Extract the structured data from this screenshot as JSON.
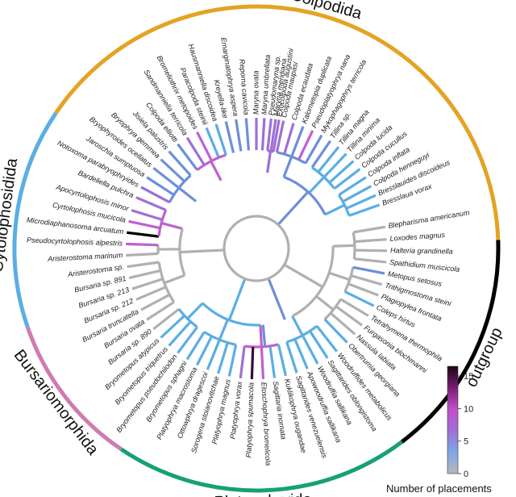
{
  "clades": [
    {
      "label": "Colpodida",
      "color": "#E3A323",
      "start": -56,
      "end": 88
    },
    {
      "label": "outgroup",
      "color": "#000000",
      "start": 88,
      "end": 143
    },
    {
      "label": "Platyophryida",
      "color": "#17A078",
      "start": 143,
      "end": 214
    },
    {
      "label": "Bursariomorphida",
      "color": "#D07BB0",
      "start": 214,
      "end": 251
    },
    {
      "label": "Cytolophosidida",
      "color": "#5AAEE3",
      "start": 251,
      "end": 304
    }
  ],
  "taxa": [
    {
      "name": "Colpoda maupasi",
      "angle": 12,
      "branch": "#9E6FD6"
    },
    {
      "name": "Colpoda ecaudata",
      "angle": 16.5,
      "branch": "#9E6FD6"
    },
    {
      "name": "Kalometopia duplicata",
      "angle": 21,
      "branch": "#6C8FD9"
    },
    {
      "name": "Pseudoplatyophrya nana",
      "angle": 25.5,
      "branch": "#C060D0"
    },
    {
      "name": "Mykophagophrys terricola",
      "angle": 30,
      "branch": "#6C8FD9"
    },
    {
      "name": "Tillina sp.",
      "angle": 34.5,
      "branch": "#6C8FD9"
    },
    {
      "name": "Tillina magna",
      "angle": 39,
      "branch": "#5AAEE3"
    },
    {
      "name": "Tillina minima",
      "angle": 43.5,
      "branch": "#5AAEE3"
    },
    {
      "name": "Colpoda lucida",
      "angle": 48,
      "branch": "#5AAEE3"
    },
    {
      "name": "Colpoda cucullus",
      "angle": 52.5,
      "branch": "#5AAEE3"
    },
    {
      "name": "Colpoda inflata",
      "angle": 57,
      "branch": "#5AAEE3"
    },
    {
      "name": "Colpoda henneguyi",
      "angle": 61.5,
      "branch": "#5AAEE3"
    },
    {
      "name": "Bresslauides discoideus",
      "angle": 66,
      "branch": "#5AAEE3"
    },
    {
      "name": "Bresslaua vorax",
      "angle": 70.5,
      "branch": "#5AAEE3"
    },
    {
      "name": "Blepharisma americanum",
      "angle": 80.5,
      "branch": "#B0B0B0"
    },
    {
      "name": "Loxodes magnus",
      "angle": 86,
      "branch": "#B0B0B0"
    },
    {
      "name": "Halteria grandinella",
      "angle": 91,
      "branch": "#B0B0B0"
    },
    {
      "name": "Spathidium muscicola",
      "angle": 96,
      "branch": "#B0B0B0"
    },
    {
      "name": "Metopus setosus",
      "angle": 101,
      "branch": "#6C8FD9"
    },
    {
      "name": "Trithigmostoma steini",
      "angle": 106,
      "branch": "#B0B0B0"
    },
    {
      "name": "Plagiopylea frontata",
      "angle": 111,
      "branch": "#B0B0B0"
    },
    {
      "name": "Coleps hirtus",
      "angle": 116,
      "branch": "#5AAEE3"
    },
    {
      "name": "Tetrahymena thermophila",
      "angle": 121,
      "branch": "#B0B0B0"
    },
    {
      "name": "Furgasonia blochmanni",
      "angle": 126,
      "branch": "#B0B0B0"
    },
    {
      "name": "Nassula labiata",
      "angle": 131,
      "branch": "#B0B0B0"
    },
    {
      "name": "Obertrumia georgiana",
      "angle": 136,
      "branch": "#5AAEE3"
    },
    {
      "name": "Woodruffides metabolicus",
      "angle": 142,
      "branch": "#5AAEE3"
    },
    {
      "name": "Sagittarides oblongistoma",
      "angle": 147,
      "branch": "#5AAEE3"
    },
    {
      "name": "Woodruffia sallikana",
      "angle": 152,
      "branch": "#5AAEE3"
    },
    {
      "name": "Apowoodruffia sallikana",
      "angle": 157,
      "branch": "#5AAEE3"
    },
    {
      "name": "Sagittarides venezuelensis",
      "angle": 162,
      "branch": "#5AAEE3"
    },
    {
      "name": "Kuklikophrya ougandae",
      "angle": 167,
      "branch": "#5AAEE3"
    },
    {
      "name": "Sagittaria inornata",
      "angle": 172,
      "branch": "#5AAEE3"
    },
    {
      "name": "Etoschophrya bromelicola",
      "angle": 177,
      "branch": "#C060D0"
    },
    {
      "name": "Platyophrya spumacola",
      "angle": 182,
      "branch": "#3A0A33"
    },
    {
      "name": "Platyophrya vorax",
      "angle": 187,
      "branch": "#9E6FD6"
    },
    {
      "name": "Platyophrya magnus",
      "angle": 192,
      "branch": "#5AAEE3"
    },
    {
      "name": "Sorogena stoianovitchae",
      "angle": 197,
      "branch": "#5AAEE3"
    },
    {
      "name": "Ottowphrya dragescoi",
      "angle": 202,
      "branch": "#5AAEE3"
    },
    {
      "name": "Platyophrya macrostoma",
      "angle": 207,
      "branch": "#5AAEE3"
    },
    {
      "name": "Bryometopus sphagni",
      "angle": 212,
      "branch": "#5AAEE3"
    },
    {
      "name": "Bryometopus pseudochilodon",
      "angle": 217,
      "branch": "#5AAEE3"
    },
    {
      "name": "Bryometopus triquetrus",
      "angle": 222,
      "branch": "#5AAEE3"
    },
    {
      "name": "Bryometopus atypicus",
      "angle": 227,
      "branch": "#5AAEE3"
    },
    {
      "name": "Bursaria sp. 890",
      "angle": 232,
      "branch": "#B0B0B0"
    },
    {
      "name": "Bursaria ovata",
      "angle": 237,
      "branch": "#B0B0B0"
    },
    {
      "name": "Bursaria truncatella",
      "angle": 242,
      "branch": "#B0B0B0"
    },
    {
      "name": "Bursaria sp. 212",
      "angle": 247,
      "branch": "#B0B0B0"
    },
    {
      "name": "Bursaria sp. 213",
      "angle": 252,
      "branch": "#B0B0B0"
    },
    {
      "name": "Bursaria sp. 891",
      "angle": 257,
      "branch": "#B0B0B0"
    },
    {
      "name": "Aristerostoma sp.",
      "angle": 262,
      "branch": "#B0B0B0"
    },
    {
      "name": "Aristerostoma marinum",
      "angle": 267,
      "branch": "#B0B0B0"
    },
    {
      "name": "Pseudocyrtolophosis alpestris",
      "angle": 272,
      "branch": "#C060D0"
    },
    {
      "name": "Microdiaphanosoma arcuatum",
      "angle": 277,
      "branch": "#000000"
    },
    {
      "name": "Cyrtolophosis mucicola",
      "angle": 282,
      "branch": "#C060D0"
    },
    {
      "name": "Apocyrtolophosis minor",
      "angle": 287,
      "branch": "#9E6FD6"
    },
    {
      "name": "Bardeliella pulchra",
      "angle": 293,
      "branch": "#9E6FD6"
    },
    {
      "name": "Notoxoma parabryophryides",
      "angle": 298,
      "branch": "#9E6FD6"
    },
    {
      "name": "Jaroschia sumptuosa",
      "angle": 303,
      "branch": "#6C8FD9"
    },
    {
      "name": "Bryophyroides ocellatus",
      "angle": 308,
      "branch": "#6C8FD9"
    },
    {
      "name": "Bryophrya gemmea",
      "angle": 313,
      "branch": "#6C8FD9"
    },
    {
      "name": "Jisiela palustris",
      "angle": 318,
      "branch": "#6C8FD9"
    },
    {
      "name": "Colpoda elliotti",
      "angle": 323,
      "branch": "#6C8FD9"
    },
    {
      "name": "Sandmanniella terricola",
      "angle": 328,
      "branch": "#9E6FD6"
    },
    {
      "name": "Bromeliothrix metopoides",
      "angle": 333,
      "branch": "#C060D0"
    },
    {
      "name": "Paracolpoda steinii",
      "angle": 337.5,
      "branch": "#5AAEE3"
    },
    {
      "name": "Hausmanniella discoidea",
      "angle": 342,
      "branch": "#5AAEE3"
    },
    {
      "name": "Kreyella-like",
      "angle": 346.5,
      "branch": "#6C8FD9"
    },
    {
      "name": "Emarginatophrya aspera",
      "angle": 351,
      "branch": "#6C8FD9"
    },
    {
      "name": "Reporna cavicola",
      "angle": 355.5,
      "branch": "#6C8FD9"
    },
    {
      "name": "Maryna ovata",
      "angle": 0,
      "branch": "#9E6FD6"
    },
    {
      "name": "Maryna umbrellata",
      "angle": 3.5,
      "branch": "#9E6FD6"
    },
    {
      "name": "Pseudomaryna sp.",
      "angle": 6.5,
      "branch": "#9E6FD6"
    },
    {
      "name": "Maryna meridiana",
      "angle": 8.5,
      "branch": "#9E6FD6"
    },
    {
      "name": "Exocolpoda augustini",
      "angle": 10,
      "branch": "#9E6FD6"
    }
  ],
  "colorbar": {
    "title": "Number of placements",
    "ticks": [
      "0",
      "5",
      "10",
      "15"
    ],
    "min": 0,
    "max": 16.5,
    "stops": [
      "#B8B8B8",
      "#7FA7E6",
      "#9E6FD6",
      "#C24FC8",
      "#7A1E72",
      "#1F0516"
    ]
  }
}
